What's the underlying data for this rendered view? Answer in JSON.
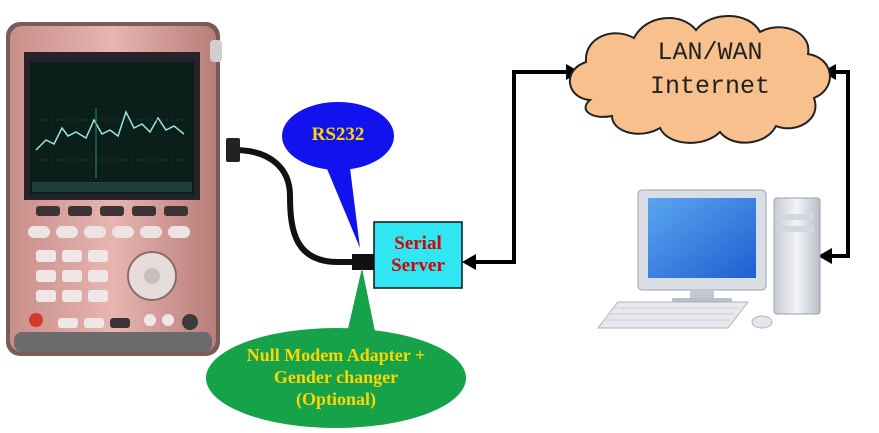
{
  "diagram": {
    "callouts": {
      "rs232": "RS232",
      "null_modem": [
        "Null Modem Adapter +",
        "Gender changer",
        "(Optional)"
      ]
    },
    "serial_server": [
      "Serial",
      "Server"
    ],
    "cloud": [
      "LAN/WAN",
      "Internet"
    ]
  },
  "colors": {
    "rs232_bubble": "#1212ee",
    "null_modem_bubble": "#16a249",
    "serial_server_box": "#2fe6f2",
    "cloud_fill": "#f7c08d",
    "callout_text": "#ffd700",
    "serial_server_text": "#d40000",
    "connector_line": "#000000"
  },
  "icons": {
    "analyzer": "handheld-spectrum-analyzer-icon",
    "computer": "desktop-computer-icon"
  }
}
